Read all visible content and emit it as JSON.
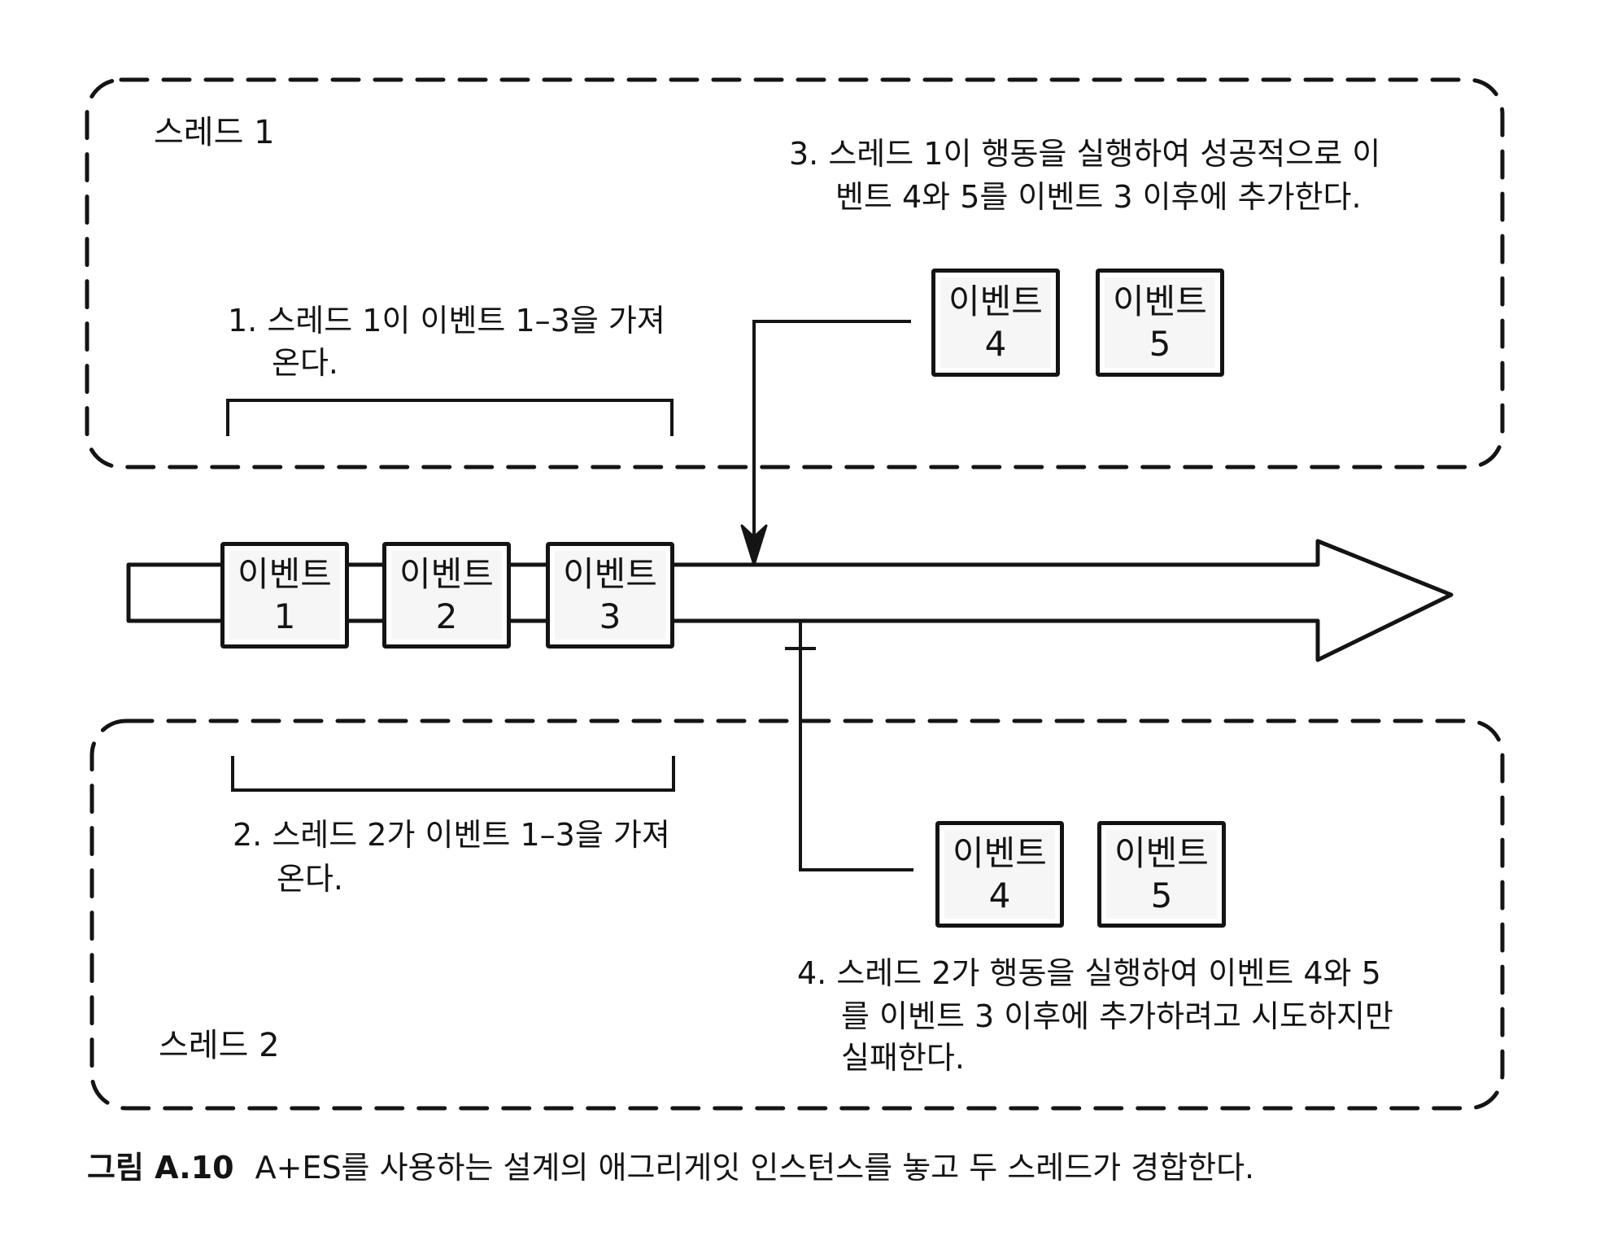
{
  "thread1": {
    "label": "스레드 1",
    "step1": [
      "1. 스레드 1이 이벤트 1–3을 가져",
      "온다."
    ],
    "step3": [
      "3. 스레드 1이 행동을 실행하여 성공적으로 이",
      "벤트 4와 5를 이벤트 3 이후에 추가한다."
    ],
    "new_events": [
      {
        "title": "이벤트",
        "number": "4"
      },
      {
        "title": "이벤트",
        "number": "5"
      }
    ]
  },
  "event_stream": {
    "events": [
      {
        "title": "이벤트",
        "number": "1"
      },
      {
        "title": "이벤트",
        "number": "2"
      },
      {
        "title": "이벤트",
        "number": "3"
      }
    ]
  },
  "thread2": {
    "label": "스레드 2",
    "step2": [
      "2. 스레드 2가 이벤트 1–3을 가져",
      "온다."
    ],
    "step4": [
      "4. 스레드 2가 행동을 실행하여 이벤트 4와 5",
      "를 이벤트 3 이후에 추가하려고 시도하지만",
      "실패한다."
    ],
    "new_events": [
      {
        "title": "이벤트",
        "number": "4"
      },
      {
        "title": "이벤트",
        "number": "5"
      }
    ]
  },
  "caption": {
    "figure_number": "그림 A.10",
    "text": "A+ES를 사용하는 설계의 애그리게잇 인스턴스를 놓고 두 스레드가 경합한다."
  },
  "colors": {
    "ink": "#141414",
    "background": "#ffffff"
  }
}
